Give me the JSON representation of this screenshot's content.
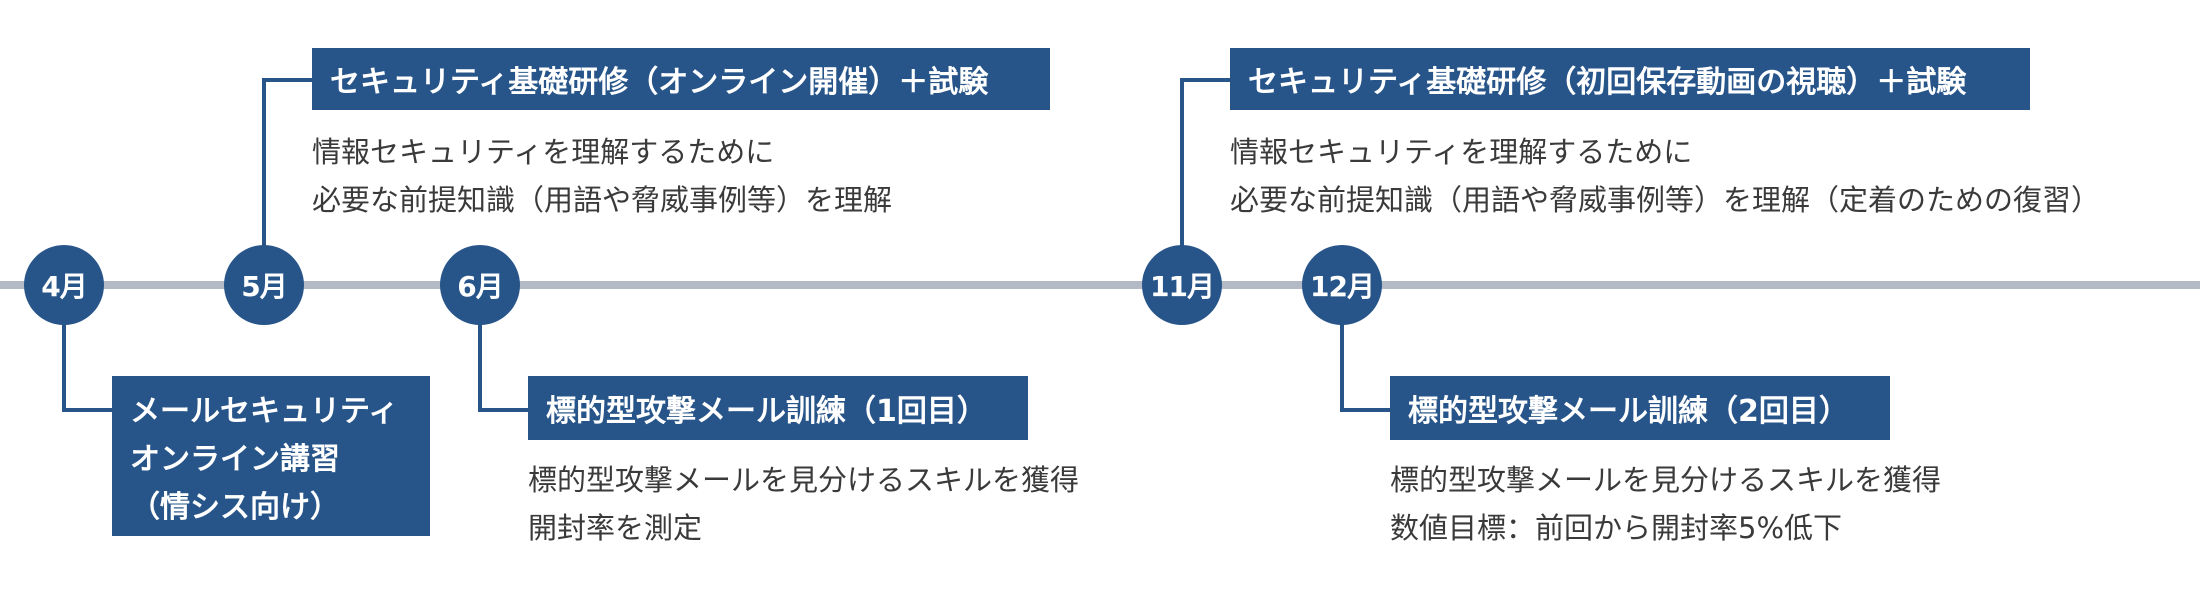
{
  "colors": {
    "accent": "#27558a",
    "axis": "#b4b9c6",
    "text": "#3a3a3a"
  },
  "months": [
    "4月",
    "5月",
    "6月",
    "11月",
    "12月"
  ],
  "events": [
    {
      "title_lines": [
        "メールセキュリティ",
        "オンライン講習",
        "（情シス向け）"
      ]
    },
    {
      "title": "セキュリティ基礎研修（オンライン開催）＋試験",
      "desc": [
        "情報セキュリティを理解するために",
        "必要な前提知識（用語や脅威事例等）を理解"
      ]
    },
    {
      "title": "標的型攻撃メール訓練（1回目）",
      "desc": [
        "標的型攻撃メールを見分けるスキルを獲得",
        "開封率を測定"
      ]
    },
    {
      "title": "セキュリティ基礎研修（初回保存動画の視聴）＋試験",
      "desc": [
        "情報セキュリティを理解するために",
        "必要な前提知識（用語や脅威事例等）を理解（定着のための復習）"
      ]
    },
    {
      "title": "標的型攻撃メール訓練（2回目）",
      "desc": [
        "標的型攻撃メールを見分けるスキルを獲得",
        "数値目標：前回から開封率5%低下"
      ]
    }
  ]
}
